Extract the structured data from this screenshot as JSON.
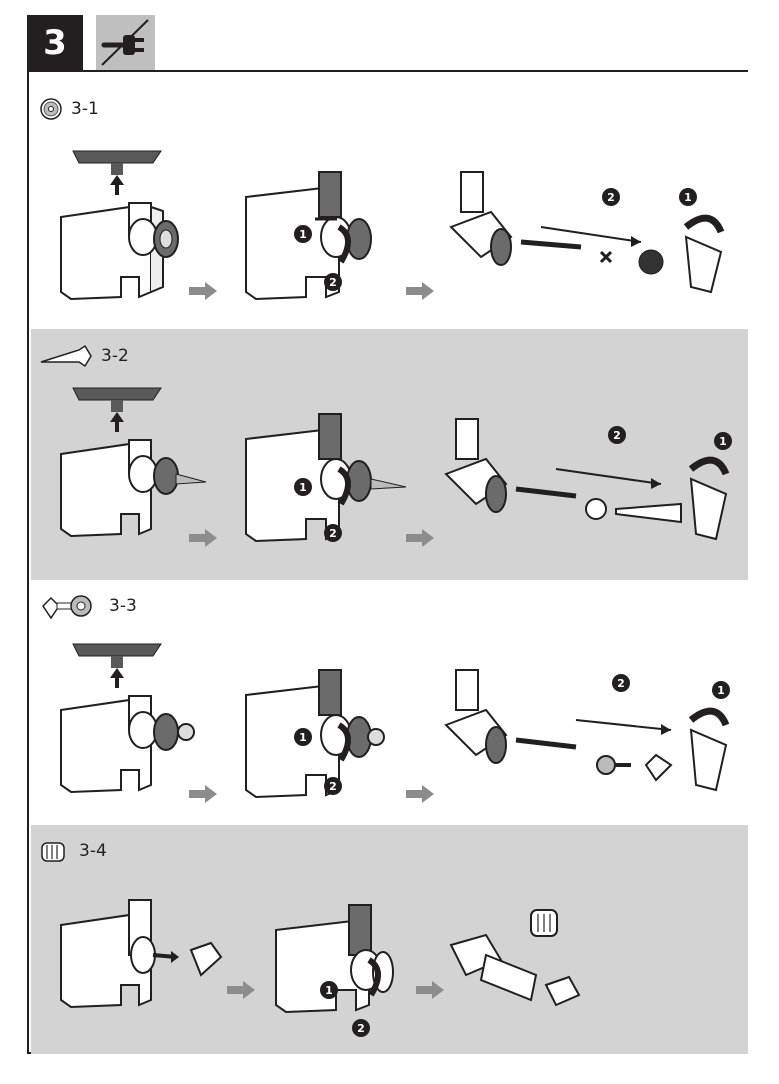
{
  "step": {
    "number": "3",
    "unplug_icon": "unplug-icon"
  },
  "sections": [
    {
      "label": "3-1",
      "icon": "grinding-plate-icon"
    },
    {
      "label": "3-2",
      "icon": "sausage-horn-icon"
    },
    {
      "label": "3-3",
      "icon": "kebbe-attachment-icon"
    },
    {
      "label": "3-4",
      "icon": "slicer-drum-icon"
    }
  ],
  "callouts": {
    "one": "1",
    "two": "2"
  },
  "colors": {
    "dark": "#231f20",
    "panel_gray": "#d3d3d3",
    "arrow_gray": "#8c8c8c",
    "part_gray": "#595959"
  }
}
